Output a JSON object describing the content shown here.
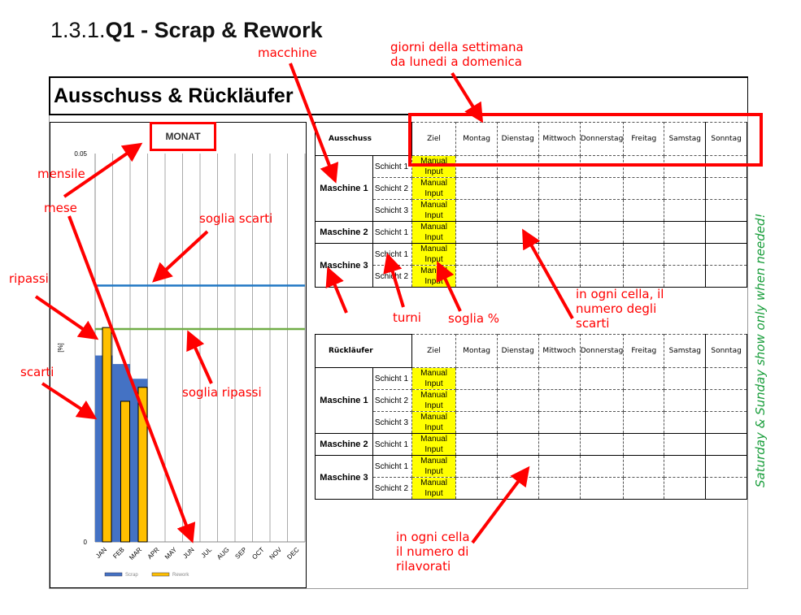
{
  "section": {
    "num": "1.3.1.",
    "title": "Q1 - Scrap & Rework"
  },
  "app_title": "Ausschuss & Rückläufer",
  "chart_data": {
    "type": "bar",
    "title": "MONAT",
    "ylabel": "[%]",
    "ylim": [
      0,
      0.05
    ],
    "yticks": [
      "0",
      "0.05"
    ],
    "categories": [
      "JAN",
      "FEB",
      "MAR",
      "APR",
      "MAY",
      "JUN",
      "JUL",
      "AUG",
      "SEP",
      "OCT",
      "NOV",
      "DEC"
    ],
    "series": [
      {
        "name": "Scrap",
        "color": "#4472c4",
        "values": [
          0.024,
          0.0229,
          0.021,
          null,
          null,
          null,
          null,
          null,
          null,
          null,
          null,
          null
        ]
      },
      {
        "name": "Rework",
        "color": "#ffc000",
        "values": [
          0.0276,
          0.0181,
          0.0199,
          null,
          null,
          null,
          null,
          null,
          null,
          null,
          null,
          null
        ]
      }
    ],
    "thresholds": [
      {
        "name": "soglia scarti",
        "value": 0.033,
        "color": "#1f77c4"
      },
      {
        "name": "soglia ripassi",
        "value": 0.0274,
        "color": "#70ad47"
      }
    ],
    "legend": "bottom"
  },
  "days": [
    "Ziel",
    "Montag",
    "Dienstag",
    "Mittwoch",
    "Donnerstag",
    "Freitag",
    "Samstag",
    "Sonntag"
  ],
  "tables": [
    {
      "title": "Ausschuss",
      "rows": [
        [
          "Maschine 1",
          "Schicht 1"
        ],
        [
          "",
          "Schicht 2"
        ],
        [
          "",
          "Schicht 3"
        ],
        [
          "Maschine 2",
          "Schicht 1"
        ],
        [
          "Maschine 3",
          "Schicht 1"
        ],
        [
          "",
          "Schicht 2"
        ]
      ]
    },
    {
      "title": "Rückläufer",
      "rows": [
        [
          "Maschine 1",
          "Schicht 1"
        ],
        [
          "",
          "Schicht 2"
        ],
        [
          "",
          "Schicht 3"
        ],
        [
          "Maschine 2",
          "Schicht 1"
        ],
        [
          "Maschine 3",
          "Schicht 1"
        ],
        [
          "",
          "Schicht 2"
        ]
      ]
    }
  ],
  "manual_input": "Manual Input",
  "annotations": {
    "macchine": "macchine",
    "giorni": "giorni della settimana\nda lunedi a domenica",
    "mensile": "mensile",
    "mese": "mese",
    "soglia_scarti": "soglia scarti",
    "ripassi": "ripassi",
    "scarti": "scarti",
    "soglia_ripassi": "soglia ripassi",
    "turni": "turni",
    "soglia_pct": "soglia %",
    "ogni_cella_scarti": "in ogni cella, il\nnumero degli\nscarti",
    "ogni_cella_rilav": "in ogni cella\nil numero di\nrilavorati",
    "weekend": "Saturday & Sunday show only when needed!"
  }
}
